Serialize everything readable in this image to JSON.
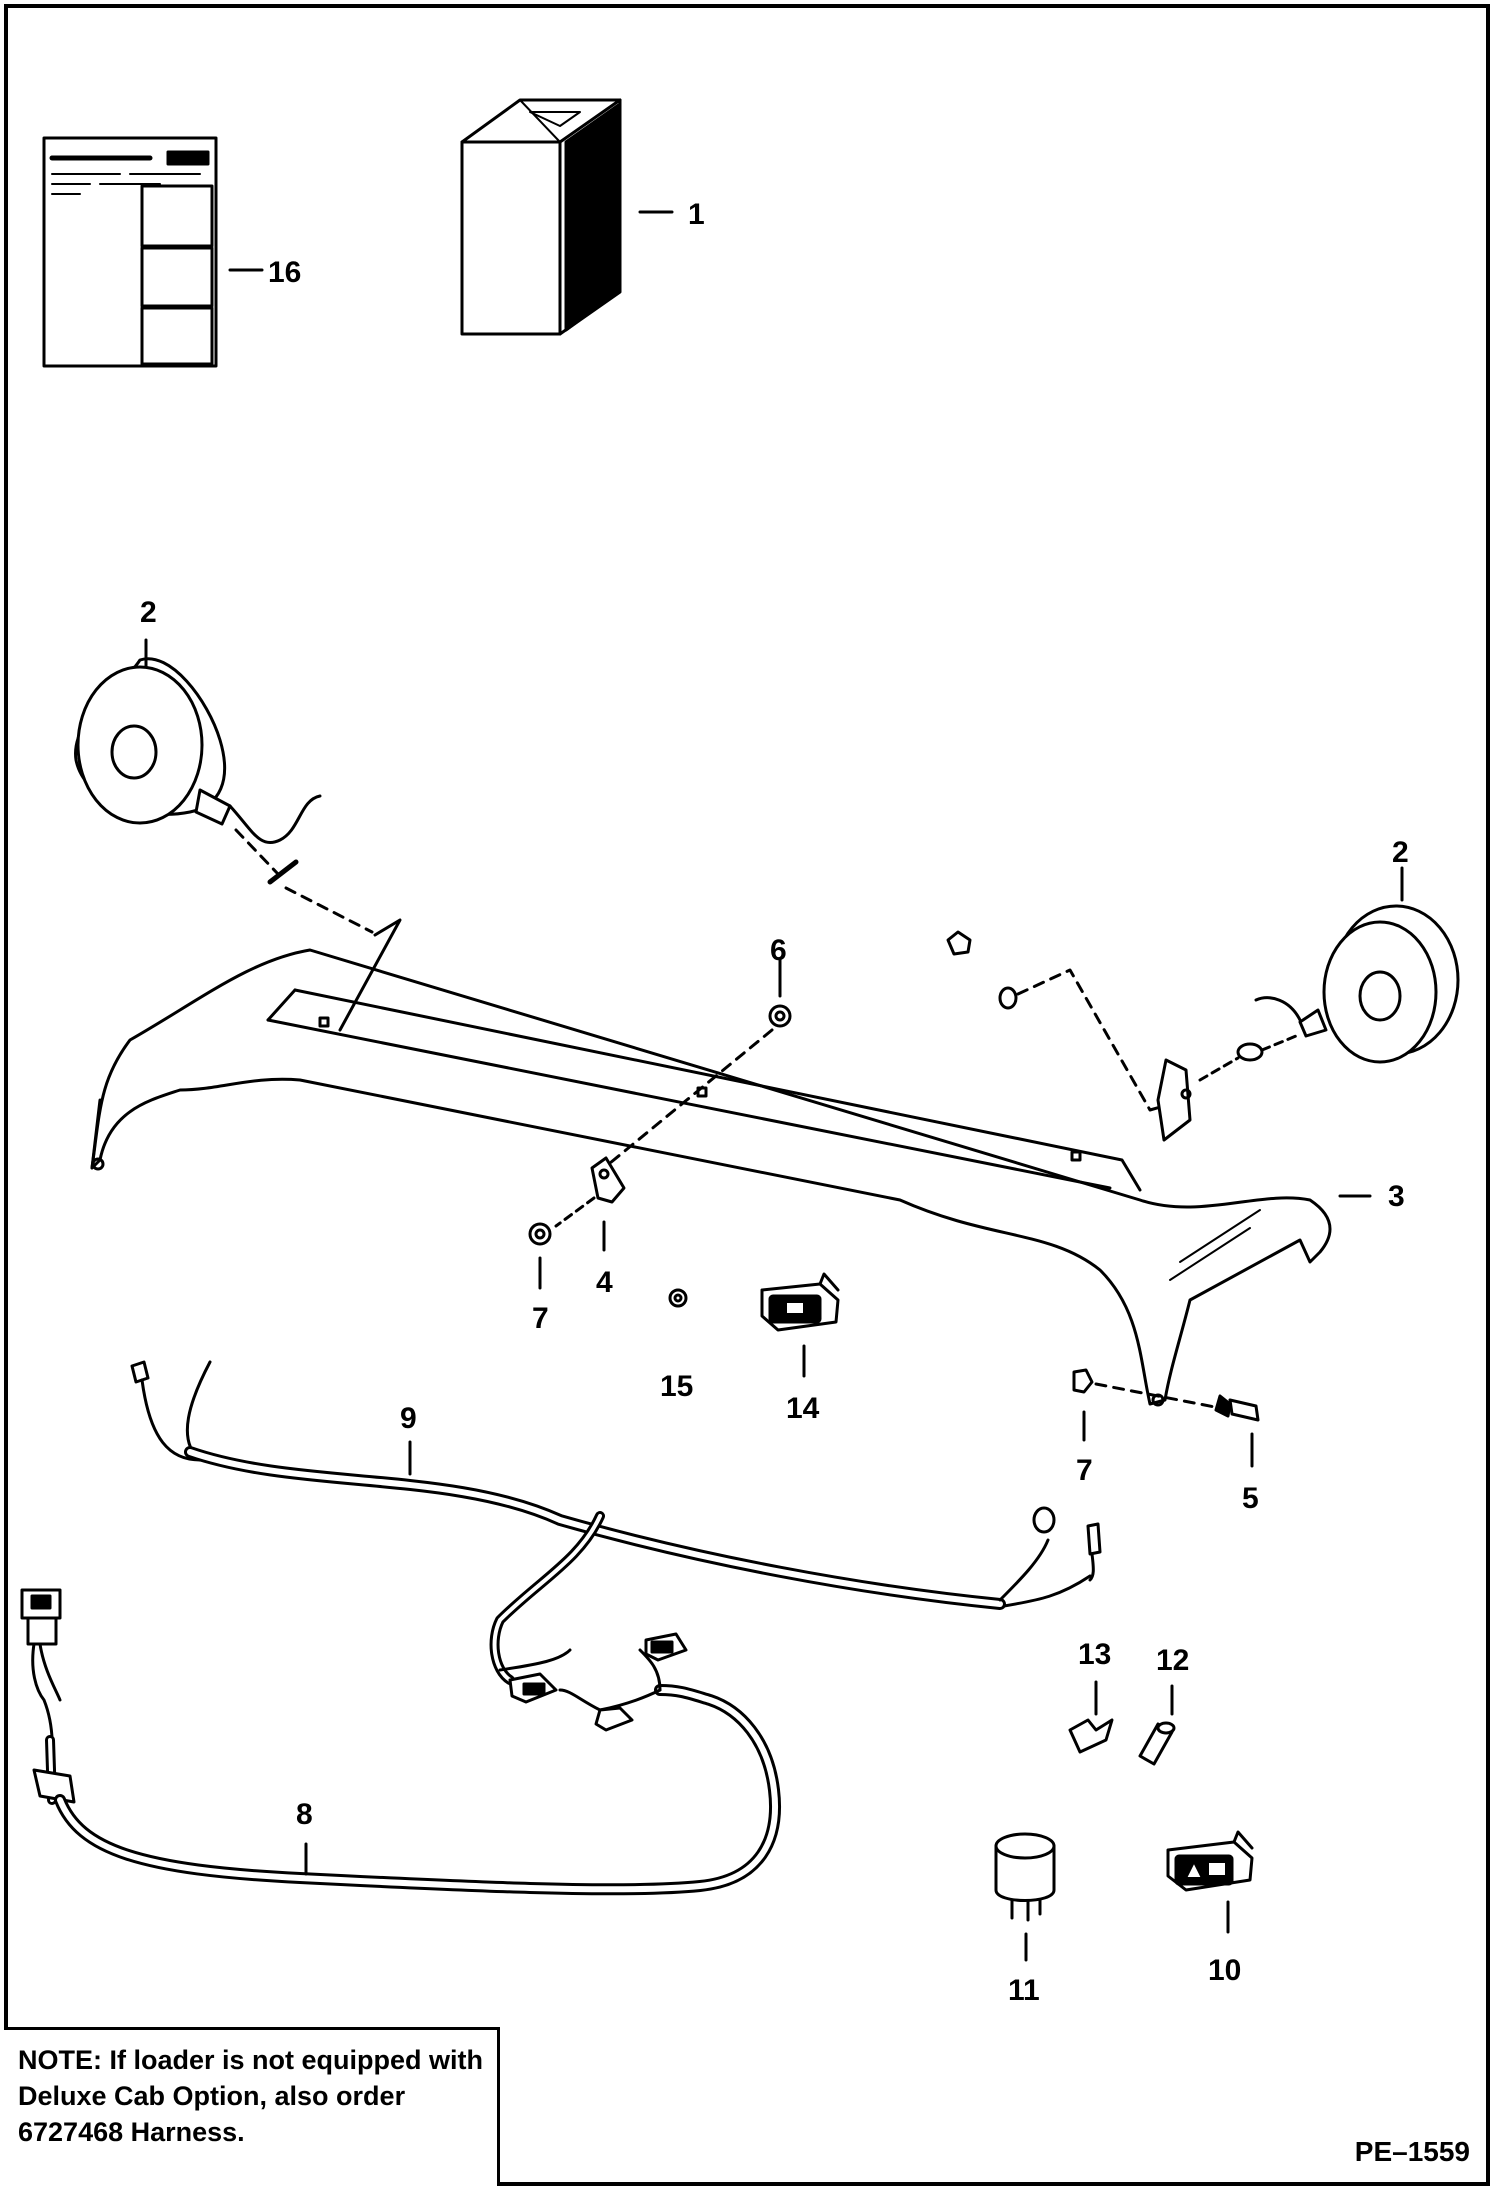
{
  "callouts": {
    "c1": "1",
    "c2a": "2",
    "c2b": "2",
    "c3": "3",
    "c4": "4",
    "c5": "5",
    "c6": "6",
    "c7a": "7",
    "c7b": "7",
    "c8": "8",
    "c9": "9",
    "c10": "10",
    "c11": "11",
    "c12": "12",
    "c13": "13",
    "c14": "14",
    "c15": "15",
    "c16": "16"
  },
  "note": {
    "text": "NOTE: If loader is not equipped with Deluxe Cab Option, also order 6727468 Harness."
  },
  "figure_id": "PE–1559",
  "colors": {
    "line": "#000000",
    "background": "#ffffff"
  }
}
